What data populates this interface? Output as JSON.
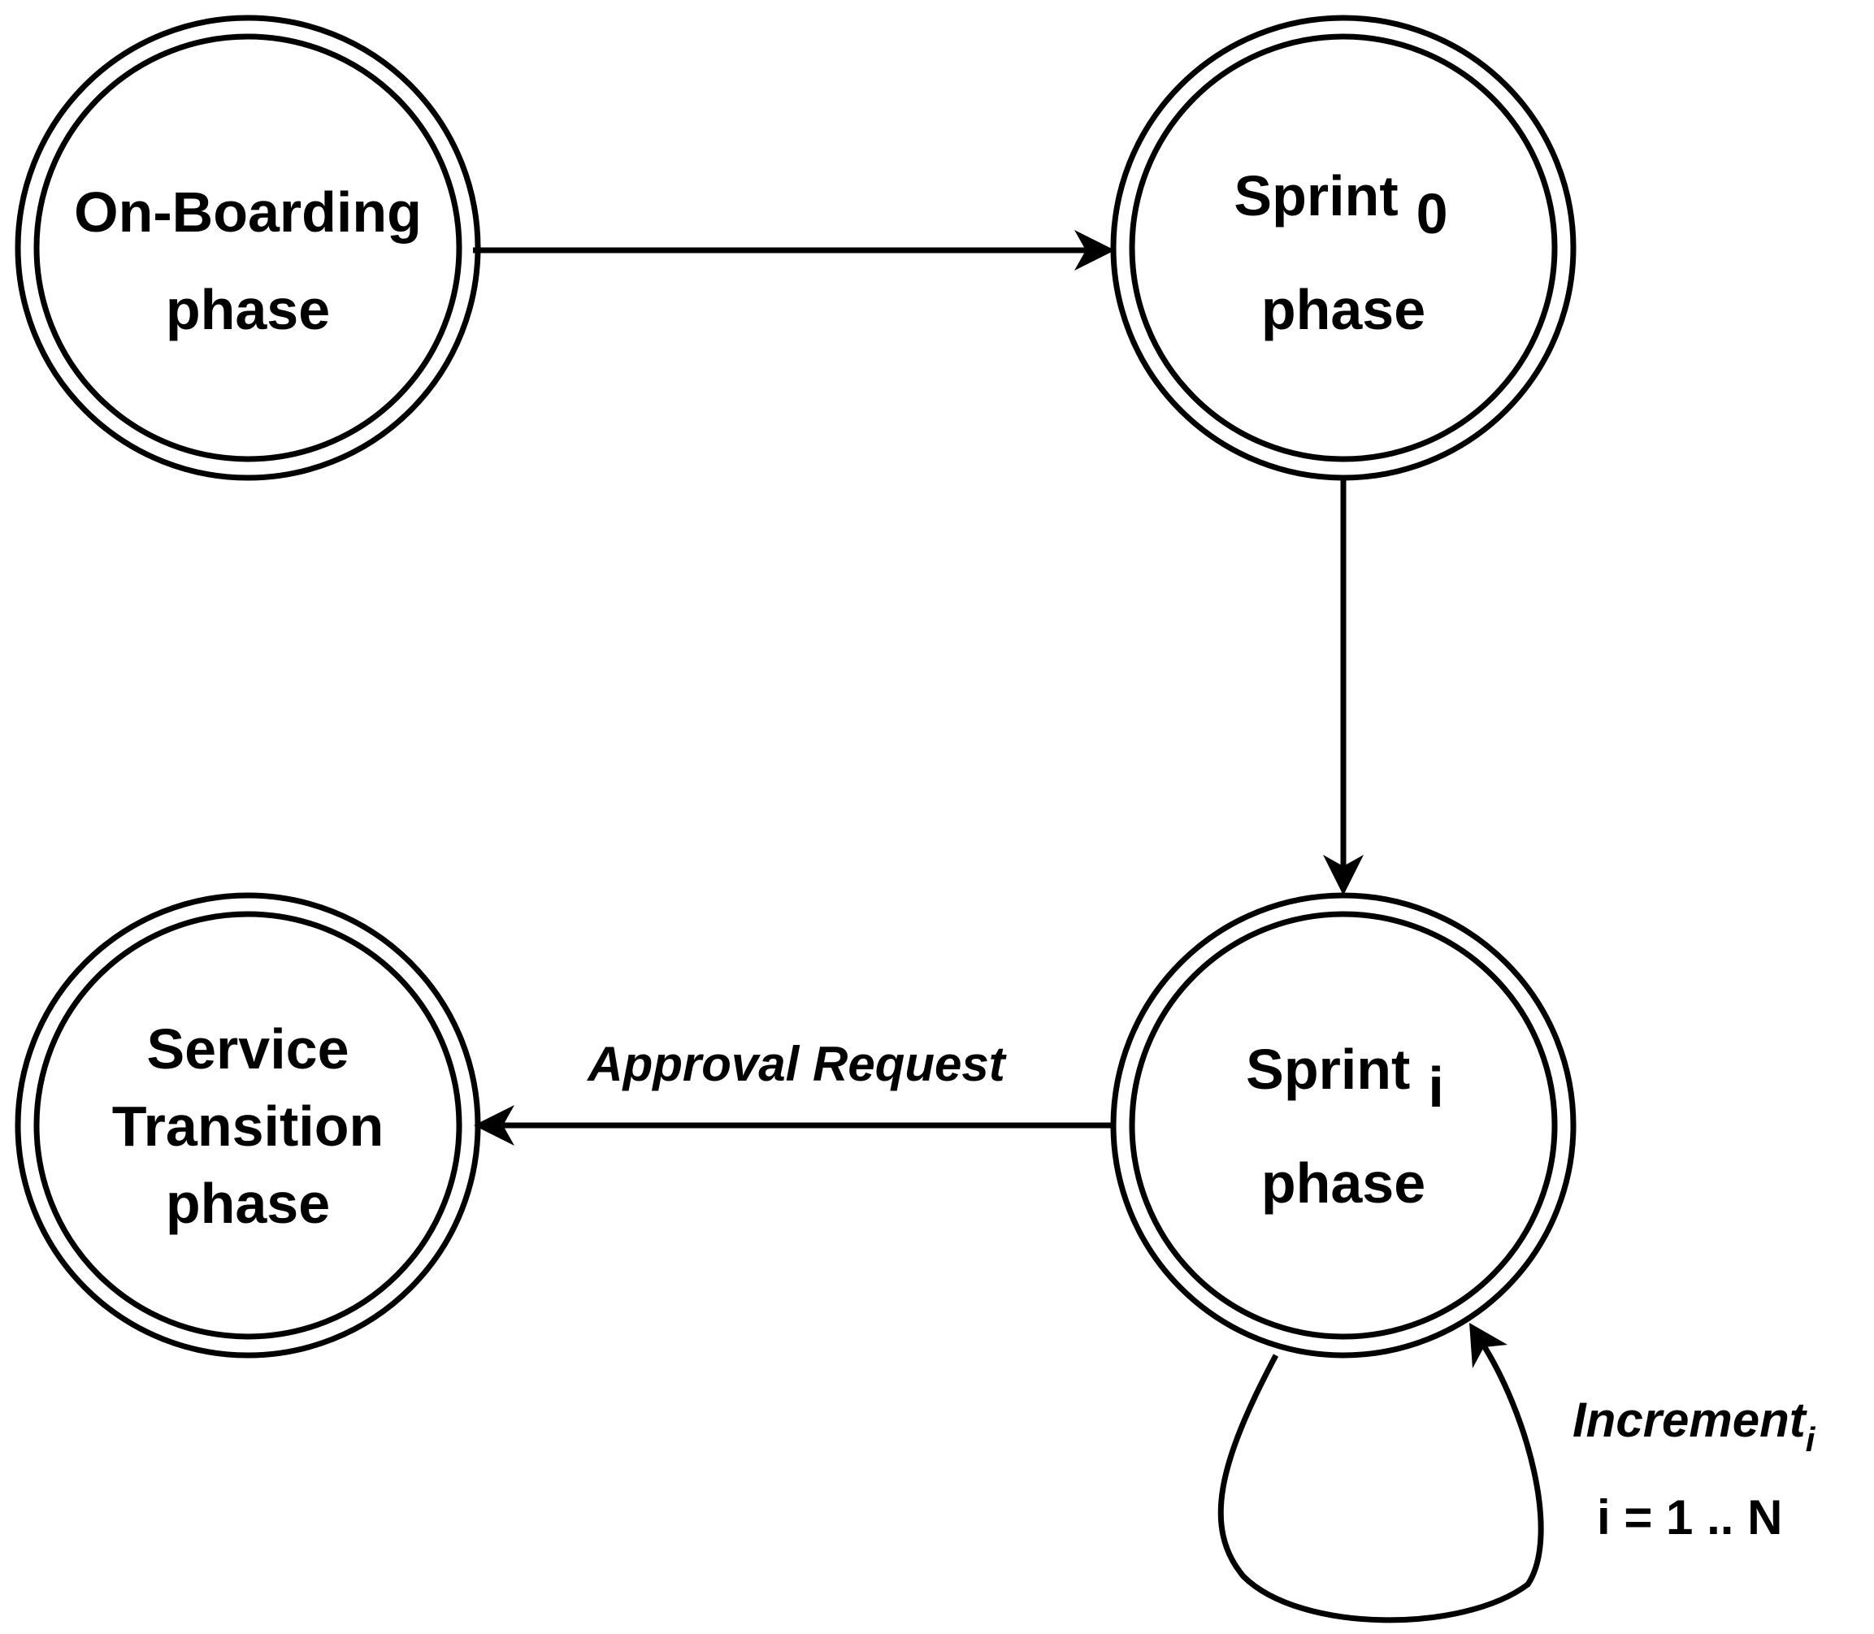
{
  "nodes": {
    "onboarding": {
      "line1": "On-Boarding",
      "line2": "phase"
    },
    "sprint0": {
      "word": "Sprint",
      "sub": "0",
      "line2": "phase"
    },
    "sprinti": {
      "word": "Sprint",
      "sub": "i",
      "line2": "phase"
    },
    "service": {
      "line1": "Service",
      "line2": "Transition",
      "line3": "phase"
    }
  },
  "edges": {
    "approval_label": "Approval Request",
    "loop_label_word": "Increment",
    "loop_label_sub": "i",
    "loop_range": "i = 1 .. N"
  }
}
